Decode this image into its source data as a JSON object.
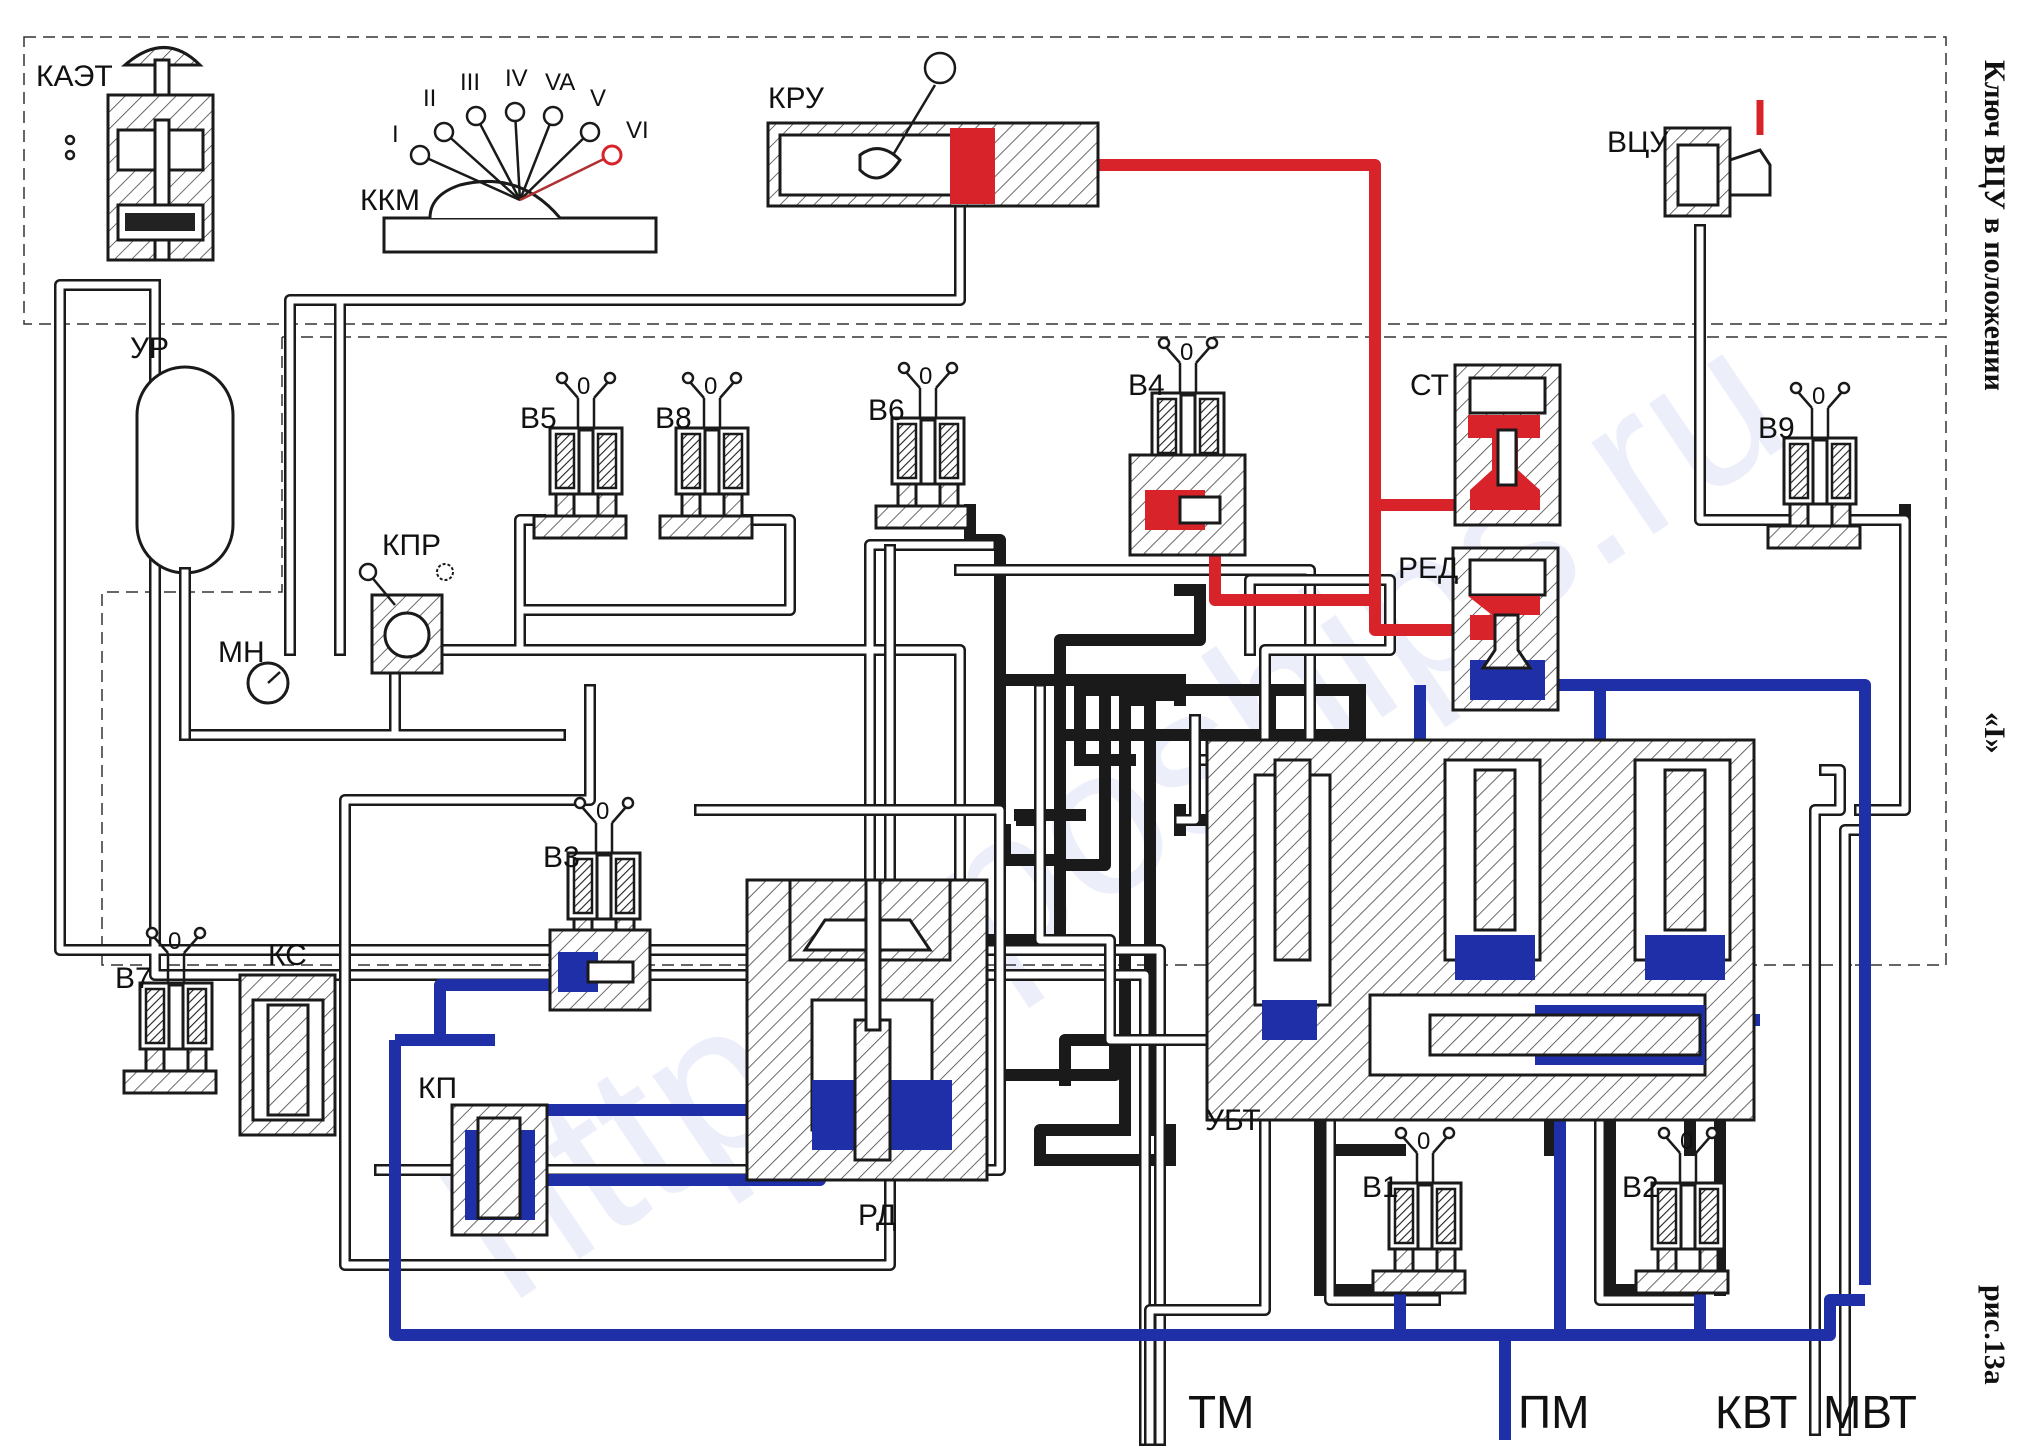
{
  "labels": {
    "kaet": "КАЭТ",
    "kkm": "ККМ",
    "kru": "КРУ",
    "vcu": "ВЦУ",
    "ur": "УР",
    "kpr": "КПР",
    "mn": "МН",
    "st": "СТ",
    "red": "РЕД",
    "ks": "КС",
    "kp": "КП",
    "rd": "РД",
    "ubt": "УБТ",
    "v1": "В1",
    "v2": "В2",
    "v3": "В3",
    "v4": "В4",
    "v5": "В5",
    "v6": "В6",
    "v7": "В7",
    "v8": "В8",
    "v9": "В9",
    "zero": "0"
  },
  "kkm_positions": [
    "I",
    "II",
    "III",
    "IV",
    "VA",
    "V",
    "VI"
  ],
  "ports": {
    "tm": "ТМ",
    "pm": "ПМ",
    "kvt": "КВТ",
    "mvt": "МВТ"
  },
  "side_caption": {
    "title": "Ключ ВЦУ в положении",
    "position": "«I»",
    "figure": "рис.13а"
  },
  "watermark": "http://tpoships.ru",
  "colors": {
    "brake_line": "#1f2fa8",
    "control_line": "#d8232a",
    "pipe": "#1a1a1a"
  }
}
